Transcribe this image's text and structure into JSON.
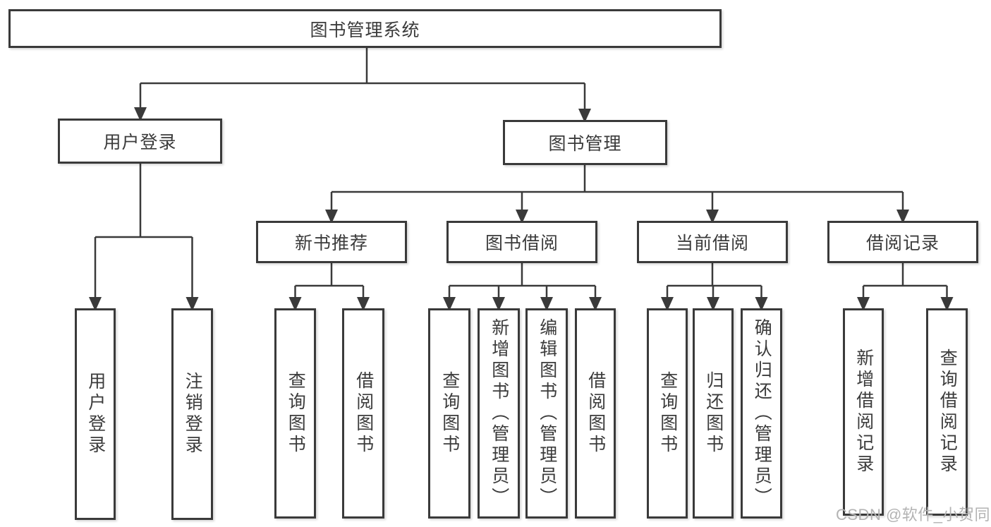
{
  "diagram": {
    "root_label": "图书管理系统",
    "branches": [
      {
        "label": "用户登录",
        "children": [
          {
            "label": "用户登录"
          },
          {
            "label": "注销登录"
          }
        ]
      },
      {
        "label": "图书管理",
        "children": [
          {
            "label": "新书推荐",
            "children": [
              {
                "label": "查询图书"
              },
              {
                "label": "借阅图书"
              }
            ]
          },
          {
            "label": "图书借阅",
            "children": [
              {
                "label": "查询图书"
              },
              {
                "label": "新增图书（管理员）"
              },
              {
                "label": "编辑图书（管理员）"
              },
              {
                "label": "借阅图书"
              }
            ]
          },
          {
            "label": "当前借阅",
            "children": [
              {
                "label": "查询图书"
              },
              {
                "label": "归还图书"
              },
              {
                "label": "确认归还（管理员）"
              }
            ]
          },
          {
            "label": "借阅记录",
            "children": [
              {
                "label": "新增借阅记录"
              },
              {
                "label": "查询借阅记录"
              }
            ]
          }
        ]
      }
    ]
  },
  "watermark": {
    "text": "CSDN @软件_小贺同学"
  },
  "colors": {
    "line": "#3a3a3a",
    "box_border": "#3a3a3a",
    "text": "#3b3b3b",
    "background": "#ffffff",
    "watermark": "#b3b3b3"
  }
}
